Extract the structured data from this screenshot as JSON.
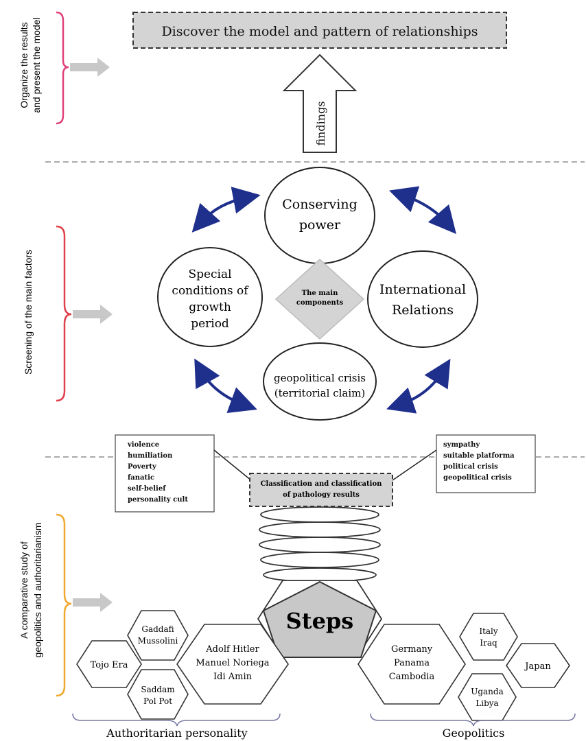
{
  "colors": {
    "stage1_brace": "#e0407a",
    "stage2_brace": "#e0404a",
    "stage3_brace": "#f0a830",
    "arrow_blue": "#1f2f8c",
    "gray_box": "#d4d4d4",
    "hex_outline": "#333333"
  },
  "stages": {
    "stage1": {
      "label_line1": "Organize the results",
      "label_line2": "and present the model"
    },
    "stage2": {
      "label": "Screening of the main factors"
    },
    "stage3": {
      "label_line1": "A comparative study of",
      "label_line2": "geopolitics and authoritarianism"
    }
  },
  "top": {
    "title": "Discover the model and pattern of relationships",
    "findings_label": "findings"
  },
  "circles": {
    "top": {
      "line1": "Conserving",
      "line2": "power"
    },
    "left": {
      "line1": "Special",
      "line2": "conditions of",
      "line3": "growth",
      "line4": "period"
    },
    "right": {
      "line1": "International",
      "line2": "Relations"
    },
    "bottom": {
      "line1": "geopolitical crisis",
      "line2": "(territorial claim)"
    },
    "center": {
      "line1": "The main",
      "line2": "components"
    }
  },
  "left_box": {
    "items": [
      "violence",
      "humiliation",
      "Poverty",
      "fanatic",
      "self-belief",
      "personality cult"
    ]
  },
  "right_box": {
    "items": [
      "sympathy",
      "suitable platforma",
      "political crisis",
      "geopolitical crisis"
    ]
  },
  "classification": {
    "line1": "Classification and classification",
    "line2": "of pathology results"
  },
  "steps_label": "Steps",
  "left_hexes": {
    "tojo": {
      "line1": "Tojo Era"
    },
    "gaddafi": {
      "line1": "Gaddafi",
      "line2": "Mussolini"
    },
    "saddam": {
      "line1": "Saddam",
      "line2": "Pol Pot"
    },
    "hitler": {
      "line1": "Adolf Hitler",
      "line2": "Manuel Noriega",
      "line3": "Idi Amin"
    }
  },
  "right_hexes": {
    "germany": {
      "line1": "Germany",
      "line2": "Panama",
      "line3": "Cambodia"
    },
    "italy": {
      "line1": "Italy",
      "line2": "Iraq"
    },
    "uganda": {
      "line1": "Uganda",
      "line2": "Libya"
    },
    "japan": {
      "line1": "Japan"
    }
  },
  "footer": {
    "left_label": "Authoritarian personality",
    "right_label": "Geopolitics"
  }
}
